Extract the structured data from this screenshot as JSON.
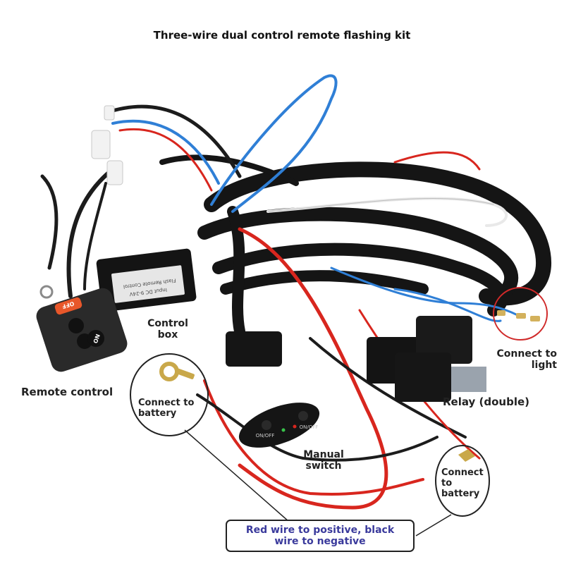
{
  "title": "Three-wire dual control remote flashing kit",
  "labels": {
    "control_box": "Control box",
    "remote_control": "Remote control",
    "connect_light": "Connect to light",
    "relay": "Relay (double)",
    "connect_battery_left": "Connect to battery",
    "connect_battery_right": "Connect to battery",
    "manual_switch": "Manual switch",
    "wiring_note": "Red wire to positive, black wire to negative"
  },
  "device_text": {
    "remote_off": "OFF",
    "remote_on": "ON",
    "control_box_line1": "Flash Remote Control",
    "control_box_line2": "Input DC 9-24V",
    "switch_left": "ON/OFF",
    "switch_right": "ON/OFF"
  },
  "colors": {
    "red_wire": "#d8261e",
    "black_wire": "#141414",
    "blue_wire": "#2f7fd6",
    "white_wire": "#e9e9e9",
    "remote_button_orange": "#e8572a",
    "callout_circle": "#222222",
    "relay_callout_circle": "#d02a2a",
    "note_text": "#3a3a9c"
  }
}
